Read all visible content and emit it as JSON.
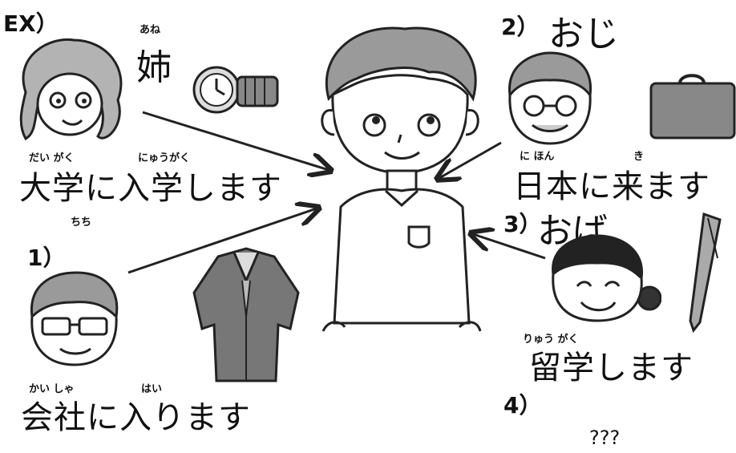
{
  "ex": {
    "label": "EX）",
    "ruby": "あね",
    "kanji": "姉",
    "phrase_ruby": [
      "だい がく",
      "にゅうがく"
    ],
    "phrase": "大学に入学します",
    "extra_ruby": "ちち"
  },
  "item1": {
    "label": "1）",
    "phrase_ruby": [
      "かい しゃ",
      "はい"
    ],
    "phrase": "会社に入ります"
  },
  "item2": {
    "label": "2）",
    "relation": "おじ",
    "phrase_ruby": [
      "に ほん",
      "き"
    ],
    "phrase": "日本に来ます"
  },
  "item3": {
    "label": "3）",
    "relation": "おば",
    "phrase_ruby": "りゅう がく",
    "phrase": "留学します"
  },
  "item4": {
    "label": "4）",
    "unknown": "???"
  }
}
